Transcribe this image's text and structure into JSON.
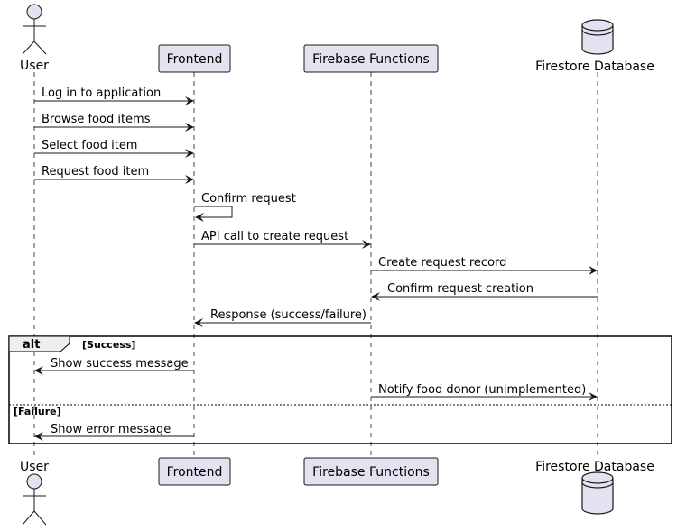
{
  "participants": {
    "user": "User",
    "frontend": "Frontend",
    "functions": "Firebase Functions",
    "database": "Firestore Database"
  },
  "messages": [
    "Log in to application",
    "Browse food items",
    "Select food item",
    "Request food item",
    "Confirm request",
    "API call to create request",
    "Create request record",
    "Confirm request creation",
    "Response (success/failure)",
    "Show success message",
    "Notify food donor (unimplemented)",
    "Show error message"
  ],
  "alt_frame": {
    "title": "alt",
    "guard_success": "[Success]",
    "guard_failure": "[Failure]"
  },
  "colors": {
    "participant_fill": "#e2e2f0",
    "participant_stroke": "#181818",
    "lifeline": "#181818"
  }
}
